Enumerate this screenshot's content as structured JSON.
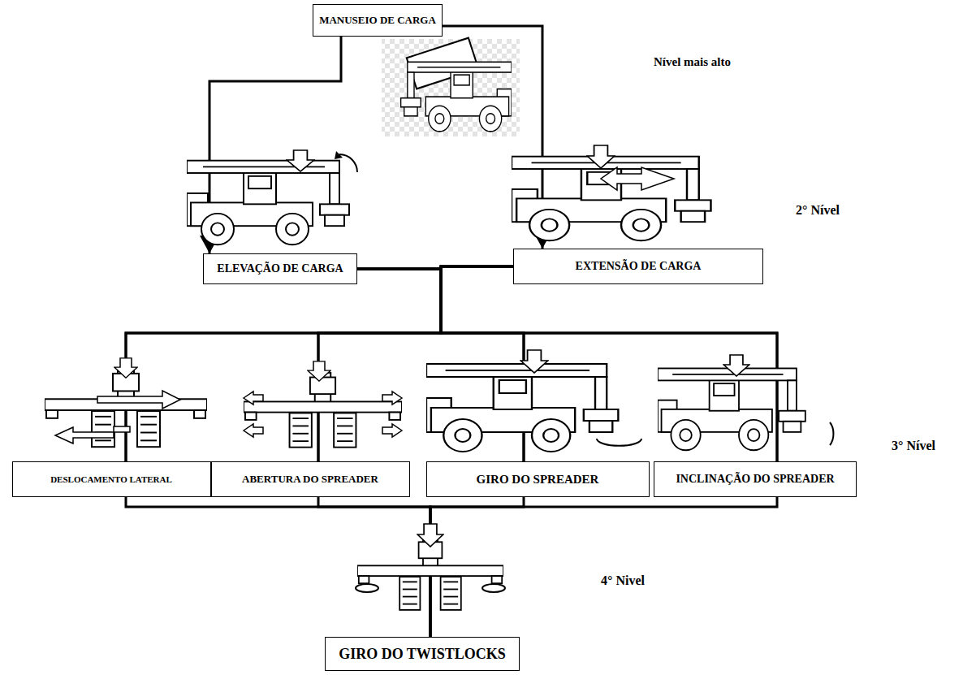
{
  "diagram": {
    "nodes": [
      {
        "text": [
          "MANUSEIO DE CARGA"
        ]
      },
      {
        "text": [
          "ELEVAÇÃO DE CARGA"
        ]
      },
      {
        "text": [
          "EXTENSÃO DE CARGA"
        ]
      },
      {
        "text": [
          "DESLOCAMENTO LATERAL"
        ]
      },
      {
        "text": [
          "ABERTURA DO SPREADER"
        ]
      },
      {
        "text": [
          "GIRO DO SPREADER"
        ]
      },
      {
        "text": [
          "INCLINAÇÃO DO SPREADER"
        ]
      },
      {
        "text": [
          "GIRO DO TWISTLOCKS"
        ]
      }
    ],
    "edges": [
      {
        "from": 0,
        "to": 1,
        "arrow": "to"
      },
      {
        "from": 0,
        "to": 2,
        "arrow": "to"
      },
      {
        "from": 1,
        "to": 3,
        "arrow": "none"
      },
      {
        "from": 1,
        "to": 4,
        "arrow": "none"
      },
      {
        "from": 1,
        "to": 5,
        "arrow": "none"
      },
      {
        "from": 1,
        "to": 6,
        "arrow": "none"
      },
      {
        "from": 2,
        "to": 3,
        "arrow": "none"
      },
      {
        "from": 2,
        "to": 4,
        "arrow": "none"
      },
      {
        "from": 2,
        "to": 5,
        "arrow": "none"
      },
      {
        "from": 2,
        "to": 6,
        "arrow": "none"
      },
      {
        "from": 3,
        "to": 7,
        "arrow": "none"
      },
      {
        "from": 4,
        "to": 7,
        "arrow": "none"
      },
      {
        "from": 5,
        "to": 7,
        "arrow": "none"
      },
      {
        "from": 6,
        "to": 7,
        "arrow": "none"
      }
    ],
    "labels": [
      "Nível mais alto",
      "2° Nível",
      "3° Nível",
      "4° Nivel"
    ]
  }
}
